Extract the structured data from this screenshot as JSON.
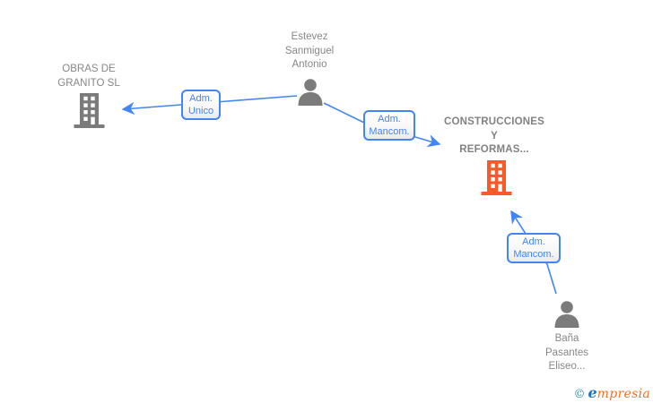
{
  "colors": {
    "edge_blue": "#4285f4",
    "node_gray": "#7b7b7b",
    "label_gray": "#878787",
    "company_orange": "#fb5a28",
    "watermark_teal": "#2e8b99",
    "watermark_blue": "#1c75bc",
    "watermark_orange": "#f07022"
  },
  "nodes": {
    "obras": {
      "line1": "OBRAS DE",
      "line2": "GRANITO SL"
    },
    "estevez": {
      "line1": "Estevez",
      "line2": "Sanmiguel",
      "line3": "Antonio"
    },
    "construcciones": {
      "line1": "CONSTRUCCIONES",
      "line2": "Y",
      "line3": "REFORMAS..."
    },
    "bana": {
      "line1": "Baña",
      "line2": "Pasantes",
      "line3": "Eliseo..."
    }
  },
  "edges": {
    "adm_unico": {
      "line1": "Adm.",
      "line2": "Unico"
    },
    "adm_mancom_1": {
      "line1": "Adm.",
      "line2": "Mancom."
    },
    "adm_mancom_2": {
      "line1": "Adm.",
      "line2": "Mancom."
    }
  },
  "watermark": {
    "copyright": "©",
    "brand_initial": "e",
    "brand_rest": "mpresia"
  }
}
